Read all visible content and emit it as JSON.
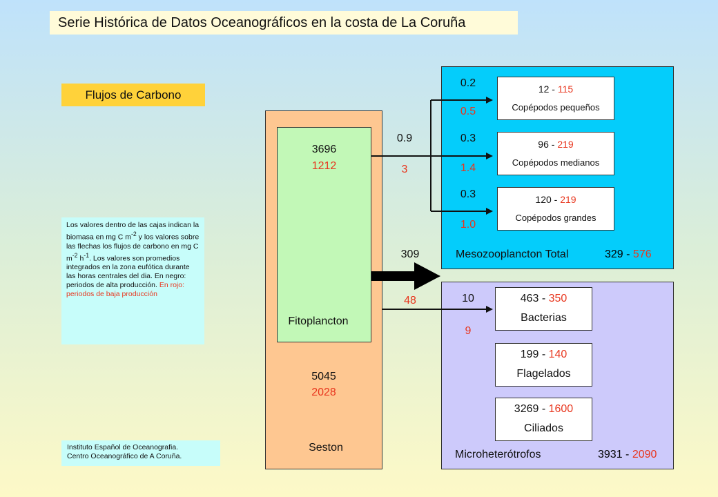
{
  "title": "Serie Histórica de Datos Oceanográficos en la costa de La Coruña",
  "subtitle": "Flujos de Carbono",
  "note": {
    "part1": "Los valores dentro de las cajas indican la biomasa en mg C m",
    "sup1": "-2",
    "part2": " y los valores sobre las flechas los flujos de carbono en mg C m",
    "sup2": "-2",
    "part3": " h",
    "sup3": "-1",
    "part4": ". Los valores son promedios integrados en la zona eufótica durante las horas centrales del dia. En negro: periodos de alta producción.",
    "red_part": " En rojo: periodos de baja producción"
  },
  "institution": {
    "line1": "Instituto Español de Oceanografia.",
    "line2": "Centro Oceanográfico de A Coruña."
  },
  "seston": {
    "label": "Seston",
    "high": "5045",
    "low": "2028"
  },
  "fitoplancton": {
    "label": "Fitoplancton",
    "high": "3696",
    "low": "1212"
  },
  "flux_to_copepods": {
    "high": "0.9",
    "low": "3"
  },
  "flux_to_meso_total": {
    "high": "309",
    "low": "48"
  },
  "flux_to_bacterias": {
    "high": "10",
    "low": "9"
  },
  "copepods": [
    {
      "flux_high": "0.2",
      "flux_low": "0.5",
      "high": "12",
      "low": "115",
      "label": "Copépodos pequeños"
    },
    {
      "flux_high": "0.3",
      "flux_low": "1.4",
      "high": "96",
      "low": "219",
      "label": "Copépodos medianos"
    },
    {
      "flux_high": "0.3",
      "flux_low": "1.0",
      "high": "120",
      "low": "219",
      "label": "Copépodos grandes"
    }
  ],
  "mesozooplancton": {
    "label": "Mesozooplancton Total",
    "high": "329",
    "low": "576"
  },
  "microbes": [
    {
      "high": "463",
      "low": "350",
      "label": "Bacterias"
    },
    {
      "high": "199",
      "low": "140",
      "label": "Flagelados"
    },
    {
      "high": "3269",
      "low": "1600",
      "label": "Ciliados"
    }
  ],
  "microheterotrofos": {
    "label": "Microheterótrofos",
    "high": "3931",
    "low": "2090"
  },
  "separator": " - ",
  "colors": {
    "high": "#111111",
    "low": "#e8361e",
    "seston": "#fec791",
    "fito": "#c2f8b7",
    "meso": "#04cdfb",
    "micro": "#cdcafb"
  }
}
